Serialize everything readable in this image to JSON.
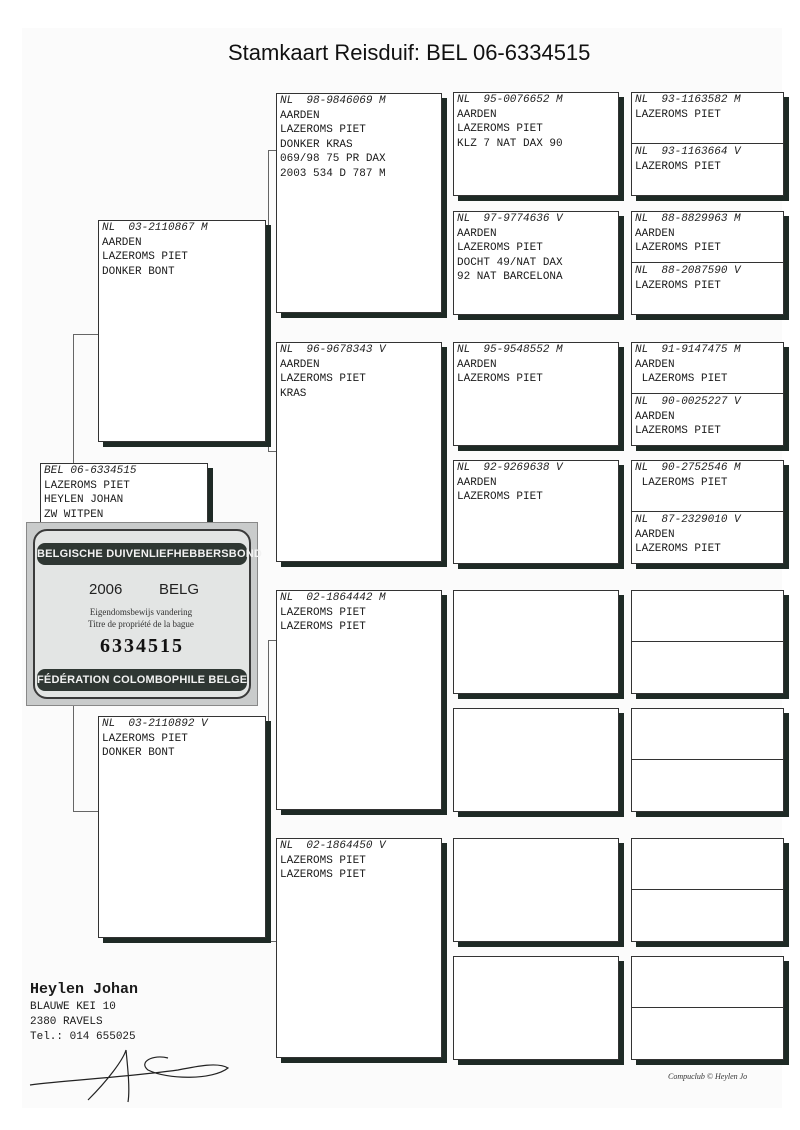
{
  "title": "Stamkaart Reisduif: BEL 06-6334515",
  "subject": {
    "lines": [
      "BEL 06-6334515",
      "LAZEROMS PIET",
      "HEYLEN JOHAN",
      "ZW WITPEN"
    ]
  },
  "sire": {
    "lines": [
      "NL  03-2110867 M",
      "AARDEN",
      "LAZEROMS PIET",
      "DONKER BONT"
    ]
  },
  "dam": {
    "lines": [
      "NL  03-2110892 V",
      "",
      "LAZEROMS PIET",
      "DONKER BONT"
    ]
  },
  "gen2": [
    {
      "lines": [
        "NL  98-9846069 M",
        "LAZEROMS PIET",
        "DONKER KRAS",
        "069/98 75 PR DAX",
        "2003 534 D 787 M"
      ],
      "first": "AARDEN"
    },
    {
      "lines": [
        "NL  96-9678343 V",
        "AARDEN",
        "LAZEROMS PIET",
        "KRAS"
      ]
    },
    {
      "lines": [
        "NL  02-1864442 M",
        "LAZEROMS PIET",
        "LAZEROMS PIET"
      ]
    },
    {
      "lines": [
        "NL  02-1864450 V",
        "LAZEROMS PIET",
        "LAZEROMS PIET"
      ]
    }
  ],
  "gen3": [
    {
      "lines": [
        "NL  95-0076652 M",
        "AARDEN",
        "LAZEROMS PIET",
        "",
        "KLZ 7 NAT DAX 90"
      ]
    },
    {
      "lines": [
        "NL  97-9774636 V",
        "AARDEN",
        "LAZEROMS PIET",
        "",
        "DOCHT 49/NAT DAX",
        "92 NAT BARCELONA"
      ]
    },
    {
      "lines": [
        "NL  95-9548552 M",
        "AARDEN",
        "LAZEROMS PIET"
      ]
    },
    {
      "lines": [
        "NL  92-9269638 V",
        "AARDEN",
        "LAZEROMS PIET"
      ]
    },
    {
      "lines": []
    },
    {
      "lines": []
    },
    {
      "lines": []
    },
    {
      "lines": []
    }
  ],
  "gen4": [
    {
      "top": [
        "NL  93-1163582 M",
        "",
        "LAZEROMS PIET"
      ],
      "bottom": [
        "NL  93-1163664 V",
        "",
        "LAZEROMS PIET"
      ]
    },
    {
      "top": [
        "NL  88-8829963 M",
        "AARDEN",
        "LAZEROMS PIET"
      ],
      "bottom": [
        "NL  88-2087590 V",
        "",
        "LAZEROMS PIET"
      ]
    },
    {
      "top": [
        "NL  91-9147475 M",
        "AARDEN",
        " LAZEROMS PIET"
      ],
      "bottom": [
        "NL  90-0025227 V",
        "AARDEN",
        "LAZEROMS PIET"
      ]
    },
    {
      "top": [
        "NL  90-2752546 M",
        "",
        " LAZEROMS PIET"
      ],
      "bottom": [
        "NL  87-2329010 V",
        "AARDEN",
        "LAZEROMS PIET"
      ]
    },
    {
      "top": [],
      "bottom": []
    },
    {
      "top": [],
      "bottom": []
    },
    {
      "top": [],
      "bottom": []
    },
    {
      "top": [],
      "bottom": []
    }
  ],
  "badge": {
    "top_band": "BELGISCHE DUIVENLIEFHEBBERSBOND",
    "year": "2006",
    "country": "BELG",
    "line1": "Eigendomsbewijs vandering",
    "line2": "Titre de propriété de la bague",
    "number": "6334515",
    "bottom_band": "FÉDÉRATION COLOMBOPHILE BELGE"
  },
  "owner": {
    "name": "Heylen Johan",
    "street": "BLAUWE KEI 10",
    "city": "2380  RAVELS",
    "tel": "Tel.: 014  655025"
  },
  "footer": "Compuclub © Heylen Jo"
}
